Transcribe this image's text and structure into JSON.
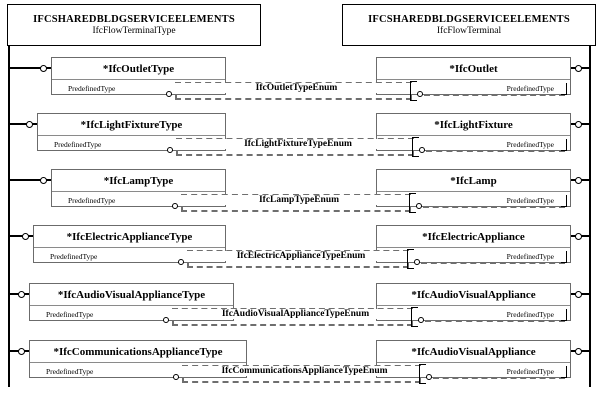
{
  "diagram": {
    "title": "IFC Flow Terminal Type / Flow Terminal EXPRESS-G diagram",
    "colors": {
      "line": "#000000",
      "box_border": "#6b6b6b",
      "dashed_border": "#6e6e6e",
      "background": "#ffffff"
    }
  },
  "headers": {
    "left": {
      "schema": "IFCSHAREDBLDGSERVICEELEMENTS",
      "entity": "IfcFlowTerminalType"
    },
    "right": {
      "schema": "IFCSHAREDBLDGSERVICEELEMENTS",
      "entity": "IfcFlowTerminal"
    }
  },
  "attribute_label": "PredefinedType",
  "rows": [
    {
      "left_entity": "*IfcOutletType",
      "left_attr": "PredefinedType",
      "enum": "IfcOutletTypeEnum",
      "right_attr": "PredefinedType",
      "right_entity": "*IfcOutlet"
    },
    {
      "left_entity": "*IfcLightFixtureType",
      "left_attr": "PredefinedType",
      "enum": "IfcLightFixtureTypeEnum",
      "right_attr": "PredefinedType",
      "right_entity": "*IfcLightFixture"
    },
    {
      "left_entity": "*IfcLampType",
      "left_attr": "PredefinedType",
      "enum": "IfcLampTypeEnum",
      "right_attr": "PredefinedType",
      "right_entity": "*IfcLamp"
    },
    {
      "left_entity": "*IfcElectricApplianceType",
      "left_attr": "PredefinedType",
      "enum": "IfcElectricApplianceTypeEnum",
      "right_attr": "PredefinedType",
      "right_entity": "*IfcElectricAppliance"
    },
    {
      "left_entity": "*IfcAudioVisualApplianceType",
      "left_attr": "PredefinedType",
      "enum": "IfcAudioVisualApplianceTypeEnum",
      "right_attr": "PredefinedType",
      "right_entity": "*IfcAudioVisualAppliance"
    },
    {
      "left_entity": "*IfcCommunicationsApplianceType",
      "left_attr": "PredefinedType",
      "enum": "IfcCommunicationsApplianceTypeEnum",
      "right_attr": "PredefinedType",
      "right_entity": "*IfcAudioVisualAppliance"
    }
  ]
}
